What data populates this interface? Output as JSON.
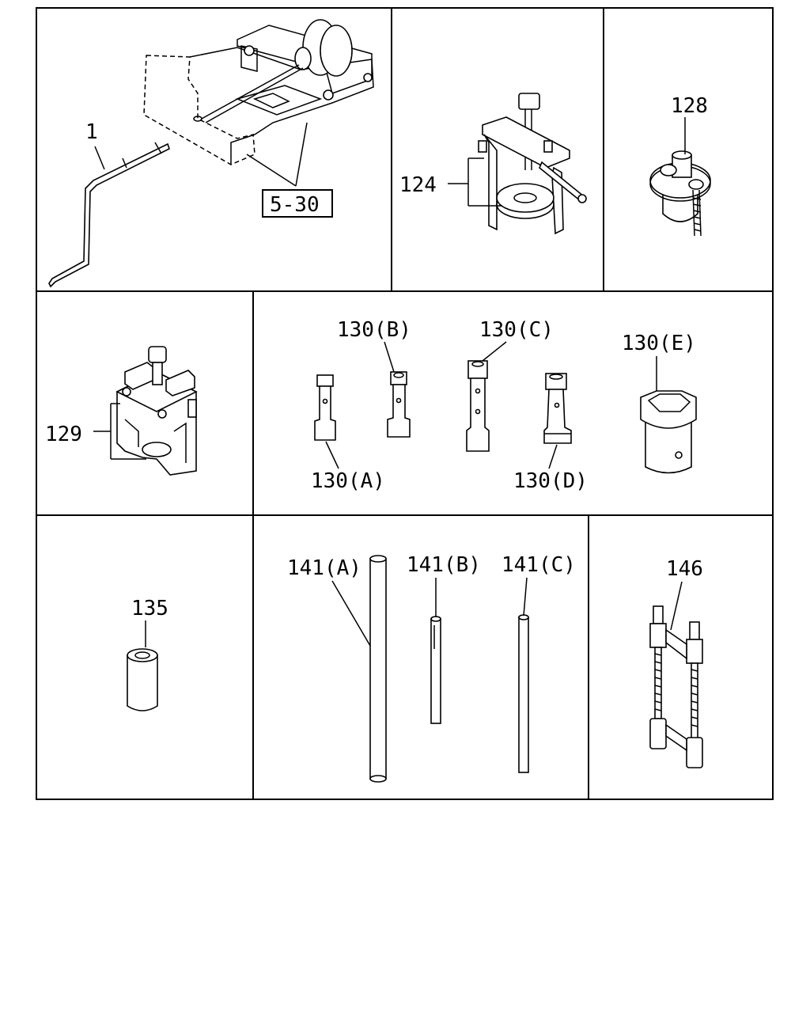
{
  "labels": {
    "p1": "1",
    "ref": "5-30",
    "p124": "124",
    "p128": "128",
    "p129": "129",
    "p130a": "130(A)",
    "p130b": "130(B)",
    "p130c": "130(C)",
    "p130d": "130(D)",
    "p130e": "130(E)",
    "p135": "135",
    "p141a": "141(A)",
    "p141b": "141(B)",
    "p141c": "141(C)",
    "p146": "146"
  }
}
